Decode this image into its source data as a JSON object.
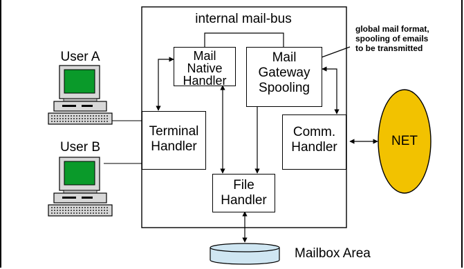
{
  "diagram": {
    "bus_label": "internal mail-bus",
    "annotation": [
      "global mail format,",
      "spooling of emails",
      "to be transmitted"
    ],
    "users": [
      {
        "label": "User A"
      },
      {
        "label": "User B"
      }
    ],
    "boxes": {
      "mail_native": [
        "Mail",
        "Native",
        "Handler"
      ],
      "mail_gateway": [
        "Mail",
        "Gateway",
        "Spooling"
      ],
      "terminal": [
        "Terminal",
        "Handler"
      ],
      "comm": [
        "Comm.",
        "Handler"
      ],
      "file": [
        "File",
        "Handler"
      ]
    },
    "net_label": "NET",
    "mailbox_label": "Mailbox Area",
    "colors": {
      "net_fill": "#f2c200",
      "mailbox_fill": "#cfe6f2",
      "screen_green": "#0a9a2a"
    }
  }
}
